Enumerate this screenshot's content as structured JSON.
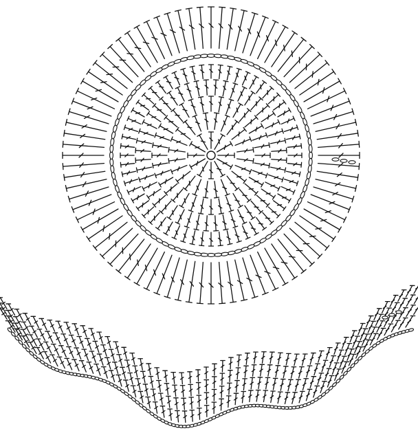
{
  "diagram": {
    "type": "crochet-chart",
    "colors": {
      "background": "#ffffff",
      "ink": "#111111"
    },
    "parts": [
      {
        "name": "round-base",
        "shape": "circle",
        "rounds": [
          {
            "index": 1,
            "stitch": "double-crochet",
            "count": 12
          },
          {
            "index": 2,
            "stitch": "double-crochet",
            "count": 24
          },
          {
            "index": 3,
            "stitch": "double-crochet",
            "count": 36
          },
          {
            "index": 4,
            "stitch": "double-crochet",
            "count": 48
          },
          {
            "index": 5,
            "stitch": "double-crochet",
            "count": 60
          },
          {
            "index": 6,
            "stitch": "chain",
            "count": 92
          },
          {
            "index": 7,
            "stitch": "double-crochet",
            "count": 84
          }
        ]
      },
      {
        "name": "wavy-strip",
        "shape": "wave",
        "rows": 4,
        "columns": 56,
        "stitch": "double-crochet",
        "edge": "chain"
      }
    ]
  }
}
